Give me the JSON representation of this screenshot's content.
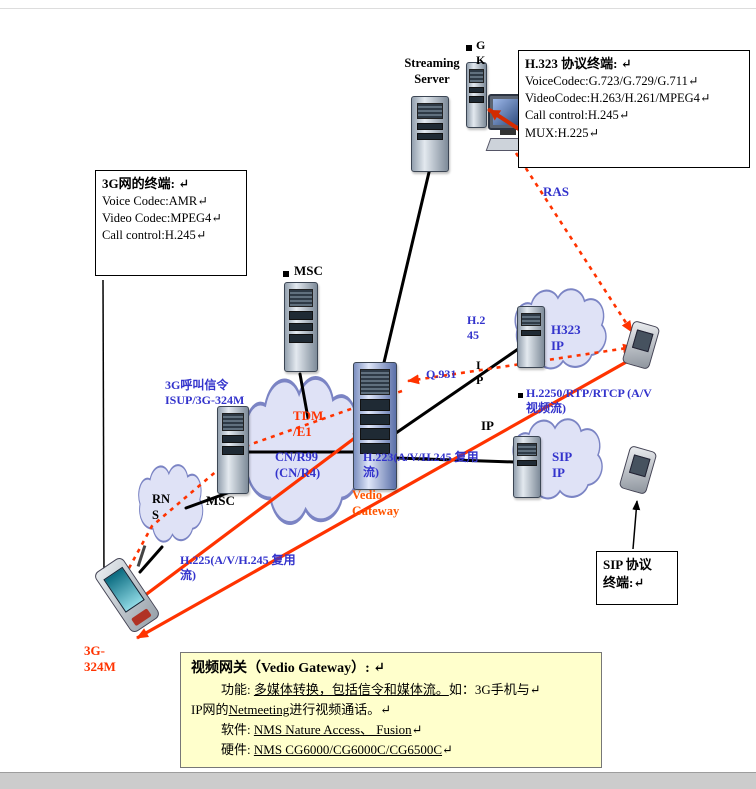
{
  "colors": {
    "blue_label": "#3333cc",
    "red_label": "#ff3300",
    "orange_label": "#ff5500",
    "cloud_fill": "#dfe2f6",
    "cloud_stroke": "#7b84c4",
    "note_bg": "#ffffcc"
  },
  "nodes": {
    "streaming_server": "Streaming Server",
    "gatekeeper": "G K",
    "msc_top": "MSC",
    "msc_left": "MSC",
    "rns": "RN S",
    "tdm": "TDM /E1",
    "cn_r99": "CN/R99 (CN/R4)",
    "vedio_gateway": "Vedio Gateway",
    "h323_cloud": "H323 IP",
    "sip_cloud": "SIP IP",
    "phone": "3G-324M"
  },
  "protocols": {
    "ras": "RAS",
    "h245": "H.2 45",
    "ip_vertical": "I P",
    "q931": "Q.931",
    "h2250": "H.2250/RTP/RTCP (A/V视频流)",
    "ip": "IP",
    "sig_3g": "3G呼叫信令 ISUP/3G-324M",
    "h223": "H.223(A/V/H.245 复用流)",
    "h225": "H.225(A/V/H.245 复用流)"
  },
  "boxes": {
    "terminal_3g": {
      "title": "3G网的终端: ↵",
      "lines": [
        "Voice Codec:AMR↵",
        "Video Codec:MPEG4↵",
        "Call control:H.245↵"
      ]
    },
    "h323_terminal": {
      "title": "H.323 协议终端: ↵",
      "lines": [
        "VoiceCodec:G.723/G.729/G.711↵",
        "VideoCodec:H.263/H.261/MPEG4↵",
        "Call control:H.245↵",
        "MUX:H.225↵"
      ]
    },
    "sip_terminal": {
      "title": "SIP 协议终端:↵"
    }
  },
  "note": {
    "title": "视频网关（Vedio Gateway）: ↵",
    "lines": [
      {
        "pre": "功能: ",
        "u": "多媒体转换，包括信令和媒体流。",
        "post": "如：3G手机与↵"
      },
      {
        "pre": "IP网的",
        "u": "Netmeeting",
        "post": "进行视频通话。↵"
      },
      {
        "pre": "软件: ",
        "u": "NMS Nature Access、 Fusion",
        "post": "↵"
      },
      {
        "pre": "硬件: ",
        "u": "NMS CG6000/CG6000C/CG6500C",
        "post": "↵"
      }
    ]
  },
  "icons": {
    "streaming_server": "server-tower-icon",
    "gatekeeper": "server-rack-icon",
    "h323_pc": "desktop-computer-icon",
    "msc_top": "server-tower-icon",
    "msc_left": "server-tower-icon",
    "vedio_gateway": "server-tower-icon",
    "h323_server": "server-tower-icon",
    "sip_server": "server-tower-icon",
    "mobile_phone": "mobile-phone-icon",
    "h323_handset": "terminal-device-icon",
    "sip_handset": "terminal-device-icon"
  }
}
